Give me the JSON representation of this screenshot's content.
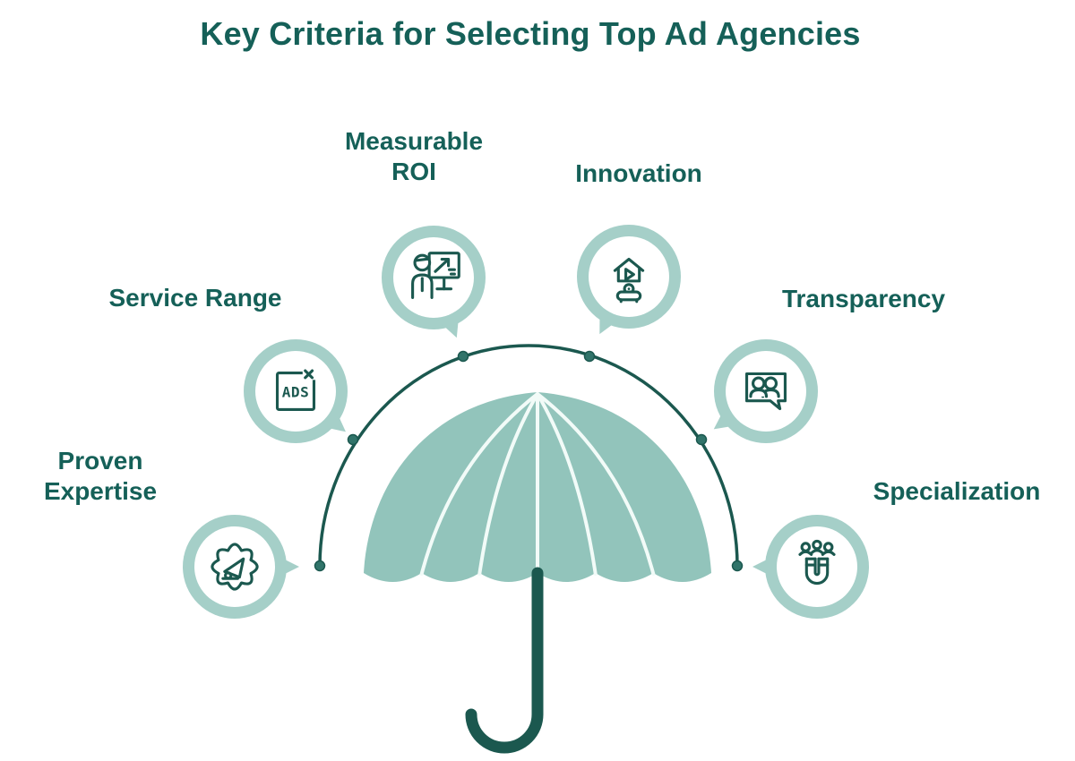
{
  "title": "Key Criteria for Selecting Top Ad Agencies",
  "criteria": [
    {
      "id": "measurable-roi",
      "label": "Measurable ROI",
      "icon": "presentation-chart-icon"
    },
    {
      "id": "innovation",
      "label": "Innovation",
      "icon": "home-play-projector-icon"
    },
    {
      "id": "service-range",
      "label": "Service Range",
      "icon": "ads-window-icon"
    },
    {
      "id": "transparency",
      "label": "Transparency",
      "icon": "people-speech-bubble-icon"
    },
    {
      "id": "proven-expertise",
      "label": "Proven Expertise",
      "icon": "megaphone-gear-badge-icon"
    },
    {
      "id": "specialization",
      "label": "Specialization",
      "icon": "magnet-people-icon"
    }
  ],
  "icon_text": {
    "ads": "ADS"
  },
  "center_graphic": {
    "type": "umbrella",
    "connector": "dotted-arc"
  },
  "colors": {
    "dark_teal": "#1B584F",
    "text_teal": "#156058",
    "light_teal": "#A5CFC8",
    "umbrella_fill": "#92C4BB",
    "background": "#FFFFFF"
  }
}
